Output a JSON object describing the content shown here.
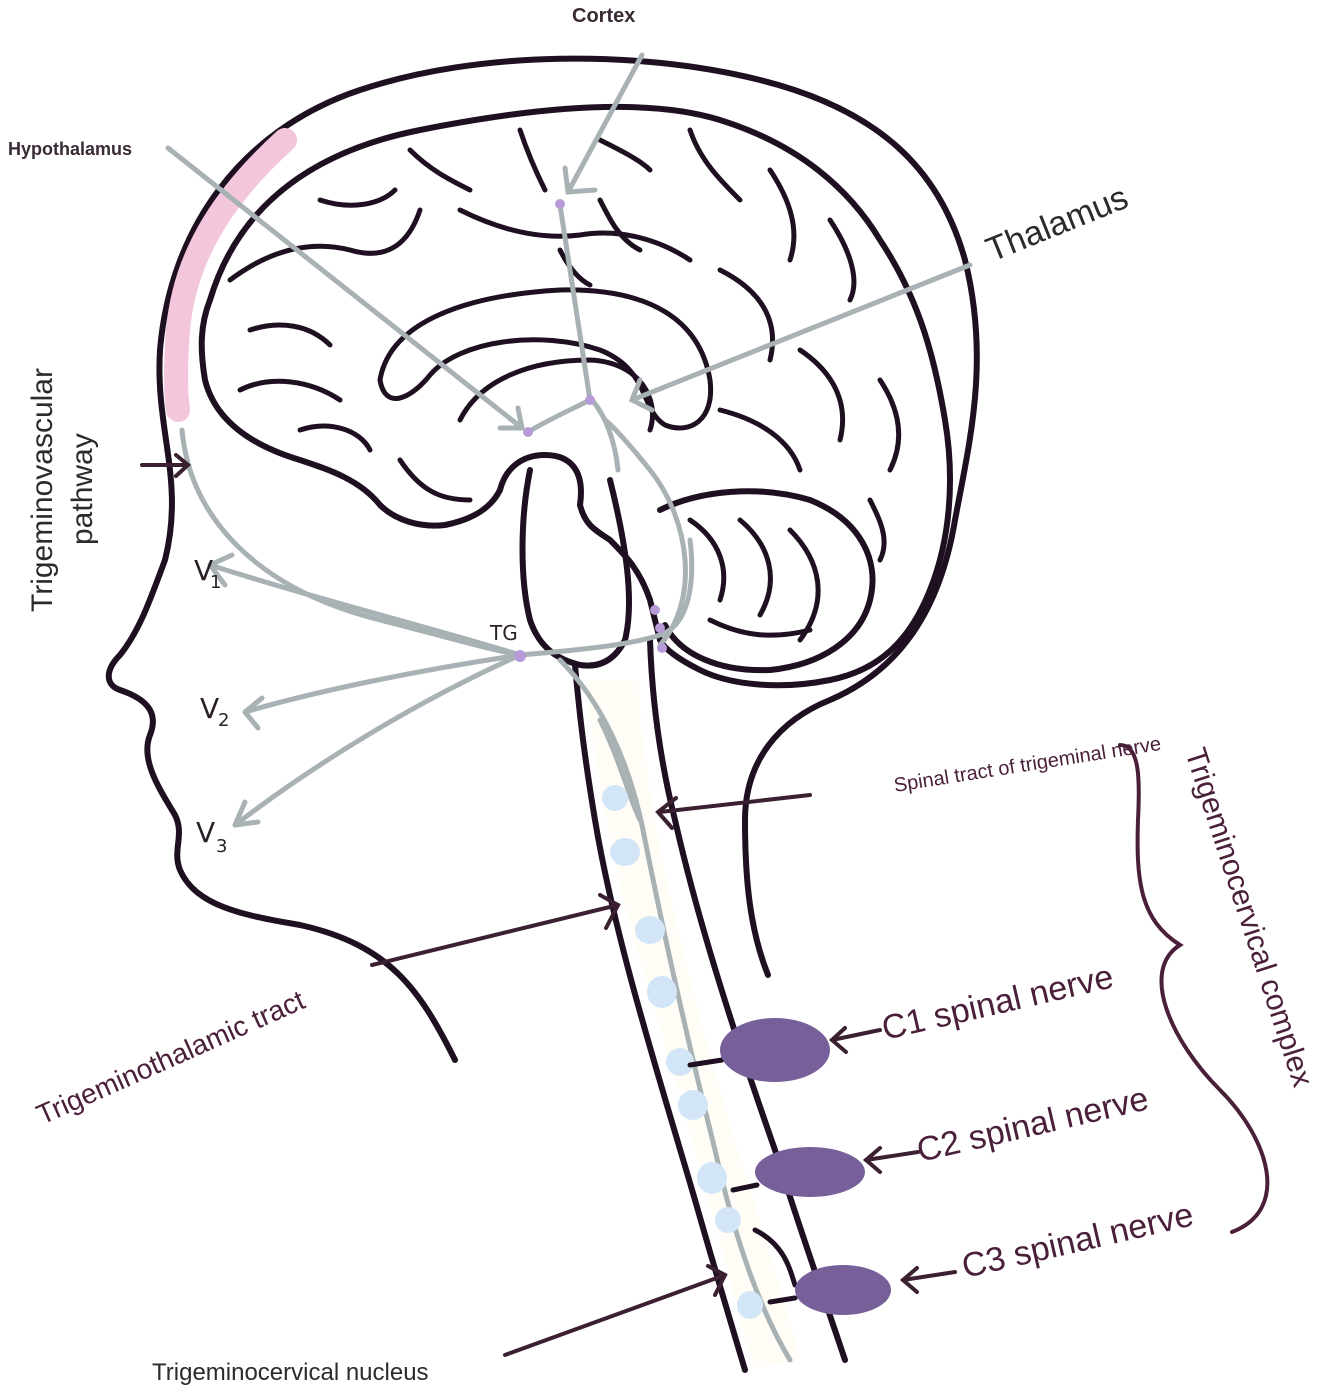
{
  "labels": {
    "cortex": "Cortex",
    "hypothalamus": "Hypothalamus",
    "thalamus": "Thalamus",
    "trigeminovascular_line1": "Trigeminovascular",
    "trigeminovascular_line2": "pathway",
    "v1": "V",
    "v1_sub": "1",
    "v2": "V",
    "v2_sub": "2",
    "v3": "V",
    "v3_sub": "3",
    "tg": "TG",
    "spinal_tract": "Spinal tract of trigeminal nerve",
    "trigeminocervical_complex": "Trigeminocervical complex",
    "trigeminothalamic_tract": "Trigeminothalamic tract",
    "c1": "C1 spinal nerve",
    "c2": "C2 spinal nerve",
    "c3": "C3 spinal nerve",
    "trigeminocervical_nucleus": "Trigeminocervical nucleus"
  },
  "colors": {
    "outline": "#1e1020",
    "nerve_grey": "#a8b2b5",
    "pathway_pink": "#f3c6dc",
    "nucleus_blue": "#d3e6f7",
    "spinal_nerve_purple": "#77609a",
    "plum_text": "#4a1f3a",
    "dot_purple": "#b79bd6"
  }
}
